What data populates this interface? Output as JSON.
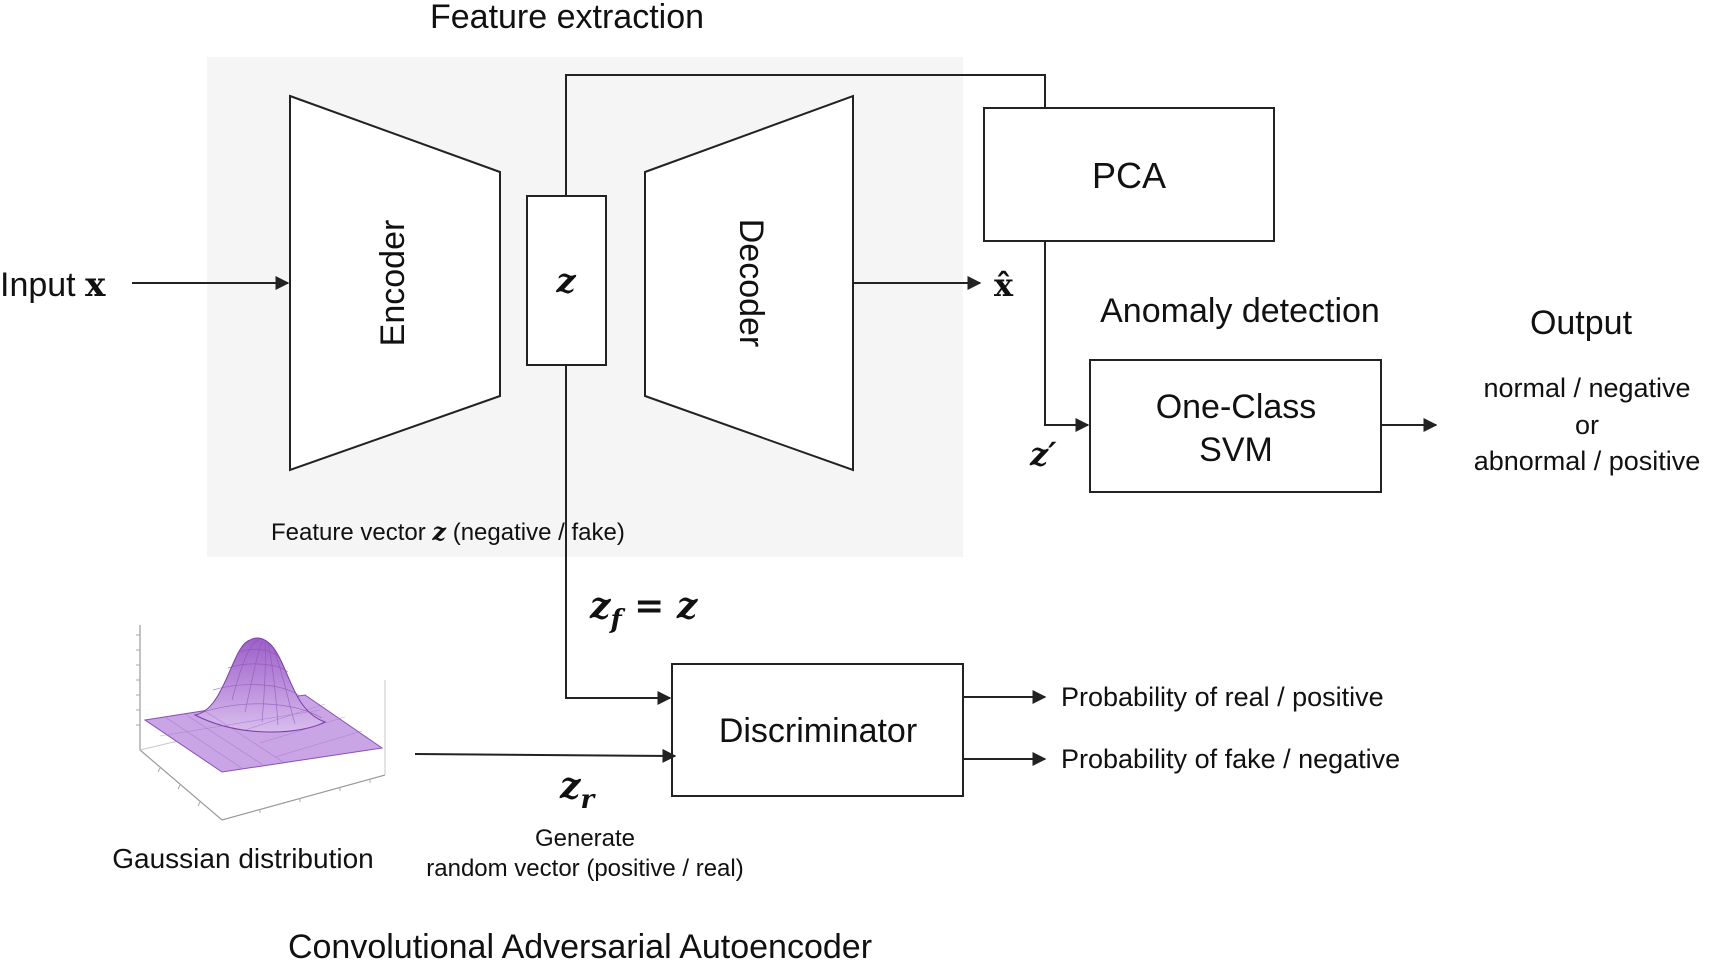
{
  "diagram": {
    "title_top": "Feature extraction",
    "title_bottom": "Convolutional Adversarial Autoencoder",
    "input_label": "Input ",
    "input_symbol": "x",
    "encoder_label": "Encoder",
    "latent_symbol": "z",
    "decoder_label": "Decoder",
    "reconstruction_symbol": "x̂",
    "feature_vector_prefix": "Feature vector ",
    "feature_vector_symbol": "z",
    "feature_vector_suffix": " (negative / fake)",
    "pca_label": "PCA",
    "anomaly_title": "Anomaly detection",
    "ocsvm_line1": "One-Class",
    "ocsvm_line2": "SVM",
    "z_prime_symbol": "z′",
    "output_title": "Output",
    "output_line1": "normal / negative",
    "output_line2": "or",
    "output_line3": "abnormal / positive",
    "zf_symbol": "z",
    "zf_subscript": "f",
    "zf_rhs": " = z",
    "discriminator_label": "Discriminator",
    "prob_real": "Probability of real / positive",
    "prob_fake": "Probability of fake / negative",
    "zr_symbol": "z",
    "zr_subscript": "r",
    "generate_line1": "Generate",
    "generate_line2": "random vector (positive / real)",
    "gaussian_label": "Gaussian distribution"
  },
  "colors": {
    "panel_background": "#f5f5f5",
    "line": "#222222",
    "gaussian_fill": "#b484d4",
    "gaussian_mesh": "#8a4fb5"
  }
}
